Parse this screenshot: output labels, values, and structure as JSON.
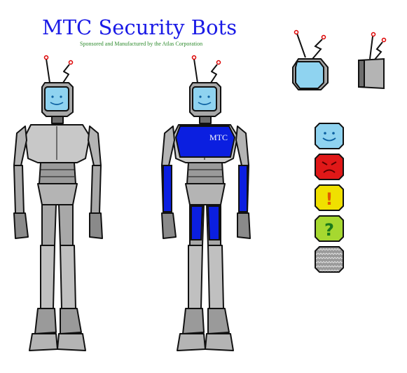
{
  "header": {
    "title": "MTC Security Bots",
    "subtitle": "Sponsored and Manufactured by the Atlas Corporation"
  },
  "robots": [
    {
      "variant": "unarmored",
      "chest_text": ""
    },
    {
      "variant": "armored",
      "chest_text": "MTC"
    }
  ],
  "face_states": [
    "happy",
    "angry",
    "alert",
    "question",
    "static"
  ],
  "face_symbols": {
    "alert": "!",
    "question": "?"
  },
  "colors": {
    "title": "#1a1ae6",
    "subtitle": "#2e8b2e",
    "screen": "#8fd3f0",
    "metal_light": "#c8c8c8",
    "metal_mid": "#a0a0a0",
    "metal_dark": "#6e6e6e",
    "armor": "#0b1fe0",
    "angry": "#e01818",
    "alert": "#f0e000",
    "question": "#a6d830",
    "static": "#9a9a9a"
  }
}
